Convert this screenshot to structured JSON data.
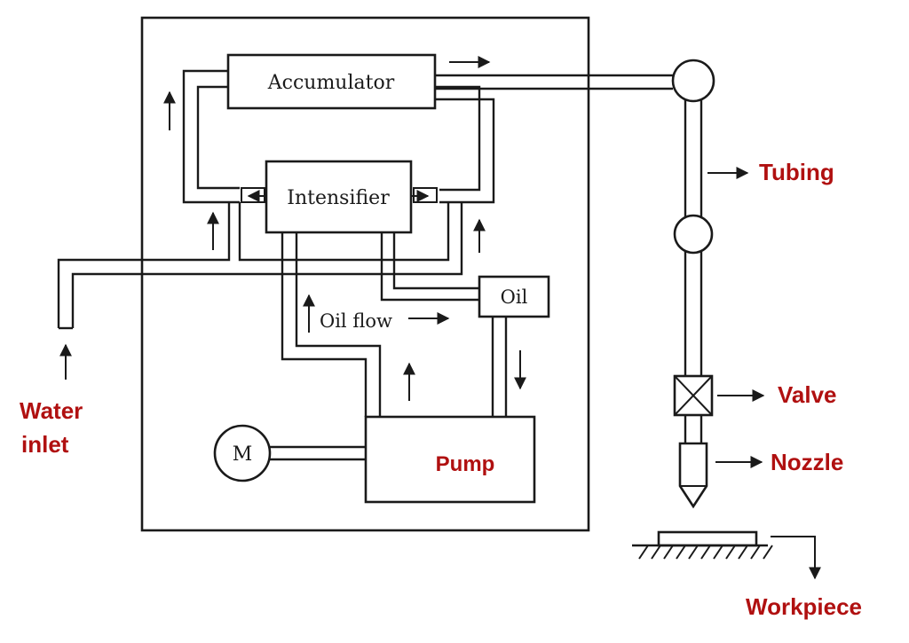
{
  "components": {
    "accumulator": "Accumulator",
    "intensifier": "Intensifier",
    "oil_tank": "Oil",
    "motor": "M",
    "oil_flow": "Oil flow"
  },
  "callouts": {
    "tubing": "Tubing",
    "valve": "Valve",
    "nozzle": "Nozzle",
    "pump": "Pump",
    "water_inlet_line1": "Water",
    "water_inlet_line2": "inlet",
    "workpiece": "Workpiece"
  },
  "colors": {
    "lines": "#1a1a1a",
    "callout_text": "#b01010"
  }
}
